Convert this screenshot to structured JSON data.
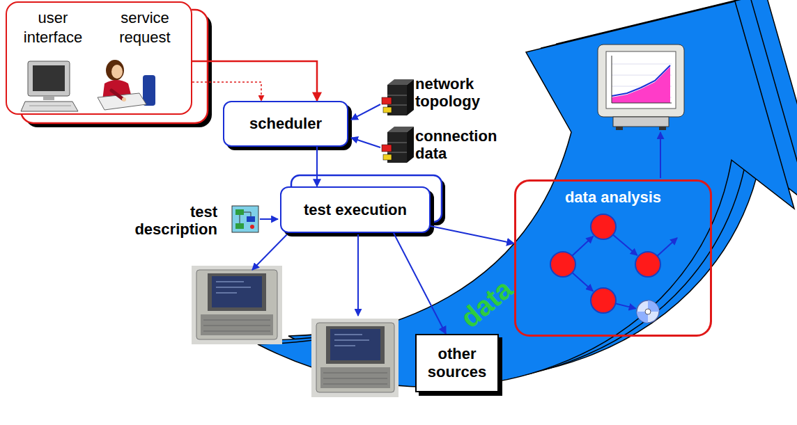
{
  "diagram": {
    "nodes": [
      {
        "text": [
          "user interface",
          "service request"
        ]
      },
      {
        "text": [
          "scheduler"
        ]
      },
      {
        "text": [
          "test execution"
        ]
      },
      {
        "text": [
          "other sources"
        ]
      },
      {
        "text": [
          "data analysis"
        ]
      }
    ],
    "edges": [
      {
        "from": 0,
        "to": 1,
        "arrow": "to"
      },
      {
        "from": 0,
        "to": 1,
        "arrow": "to"
      },
      {
        "from": 1,
        "to": 2,
        "arrow": "to"
      },
      {
        "from": 2,
        "to": 3,
        "arrow": "to"
      },
      {
        "from": 2,
        "to": 4,
        "arrow": "to"
      }
    ],
    "labels": [
      "network topology",
      "connection data",
      "test description",
      "data"
    ]
  }
}
